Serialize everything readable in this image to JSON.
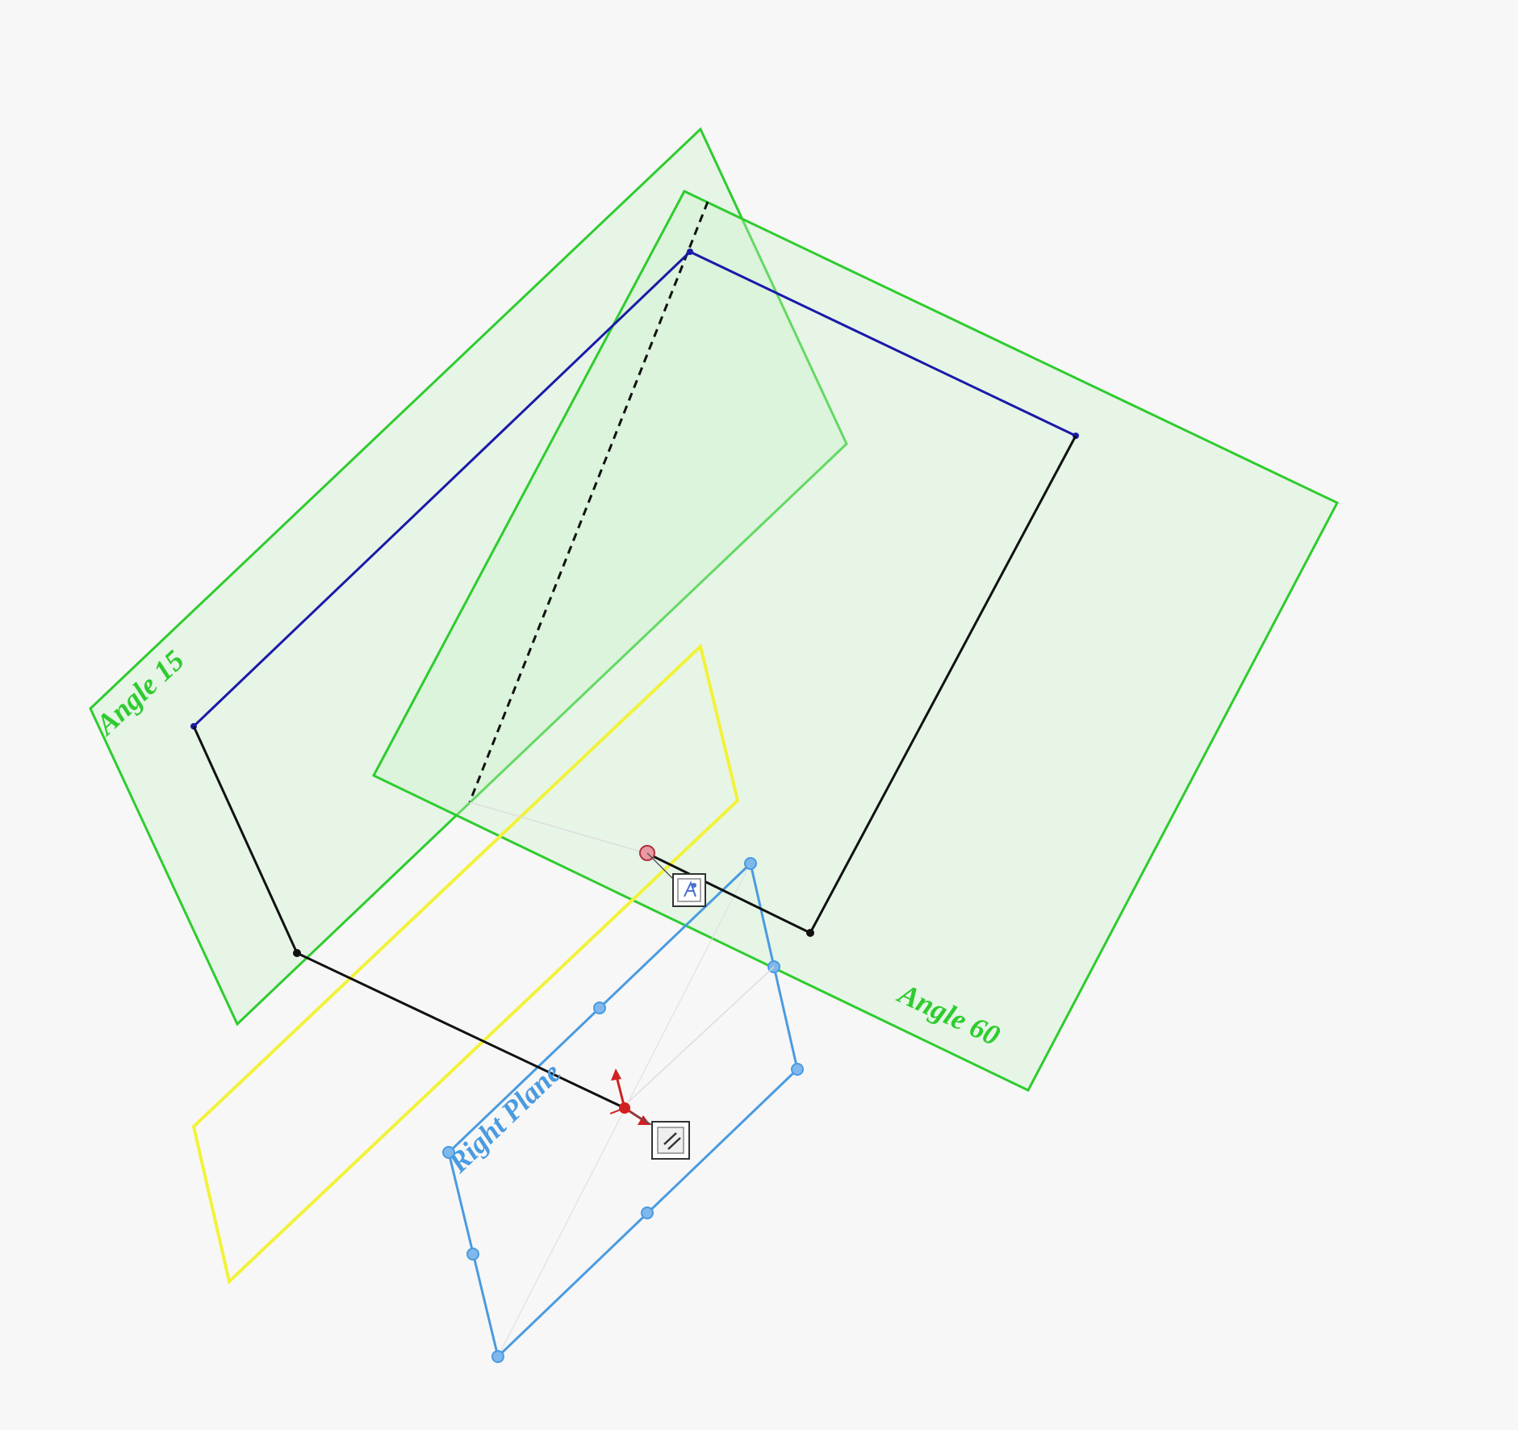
{
  "planes": {
    "angle15": {
      "label": "Angle 15",
      "color": "#2ecc2e"
    },
    "angle60": {
      "label": "Angle 60",
      "color": "#2ecc2e"
    },
    "right_plane": {
      "label": "Right Plane",
      "color": "#4a9be0"
    },
    "yellow_plane": {
      "color": "#f2f23a"
    }
  },
  "sketch": {
    "upper_lines_color": "#1a1aa8",
    "lower_lines_color": "#111111",
    "construction_line_color": "#111111"
  },
  "relations": {
    "coincident_icon": "coincident-relation-icon",
    "parallel_icon": "parallel-relation-icon"
  }
}
